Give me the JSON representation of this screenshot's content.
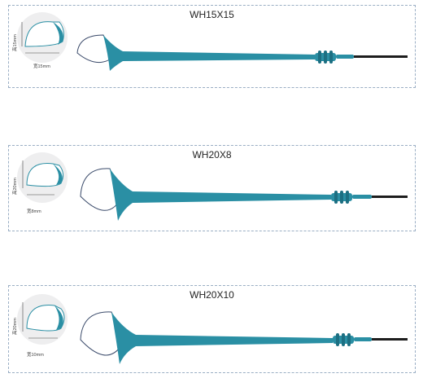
{
  "products": [
    {
      "model": "WH15X15",
      "height_label": "高15mm",
      "width_label": "宽15mm"
    },
    {
      "model": "WH20X8",
      "height_label": "高20mm",
      "width_label": "宽8mm"
    },
    {
      "model": "WH20X10",
      "height_label": "高20mm",
      "width_label": "宽10mm"
    }
  ],
  "colors": {
    "device": "#2a8fa4",
    "device_dark": "#1c6f82",
    "tip": "#1d1d1d",
    "wire": "#3a4a6a",
    "border": "#9aaec4"
  }
}
